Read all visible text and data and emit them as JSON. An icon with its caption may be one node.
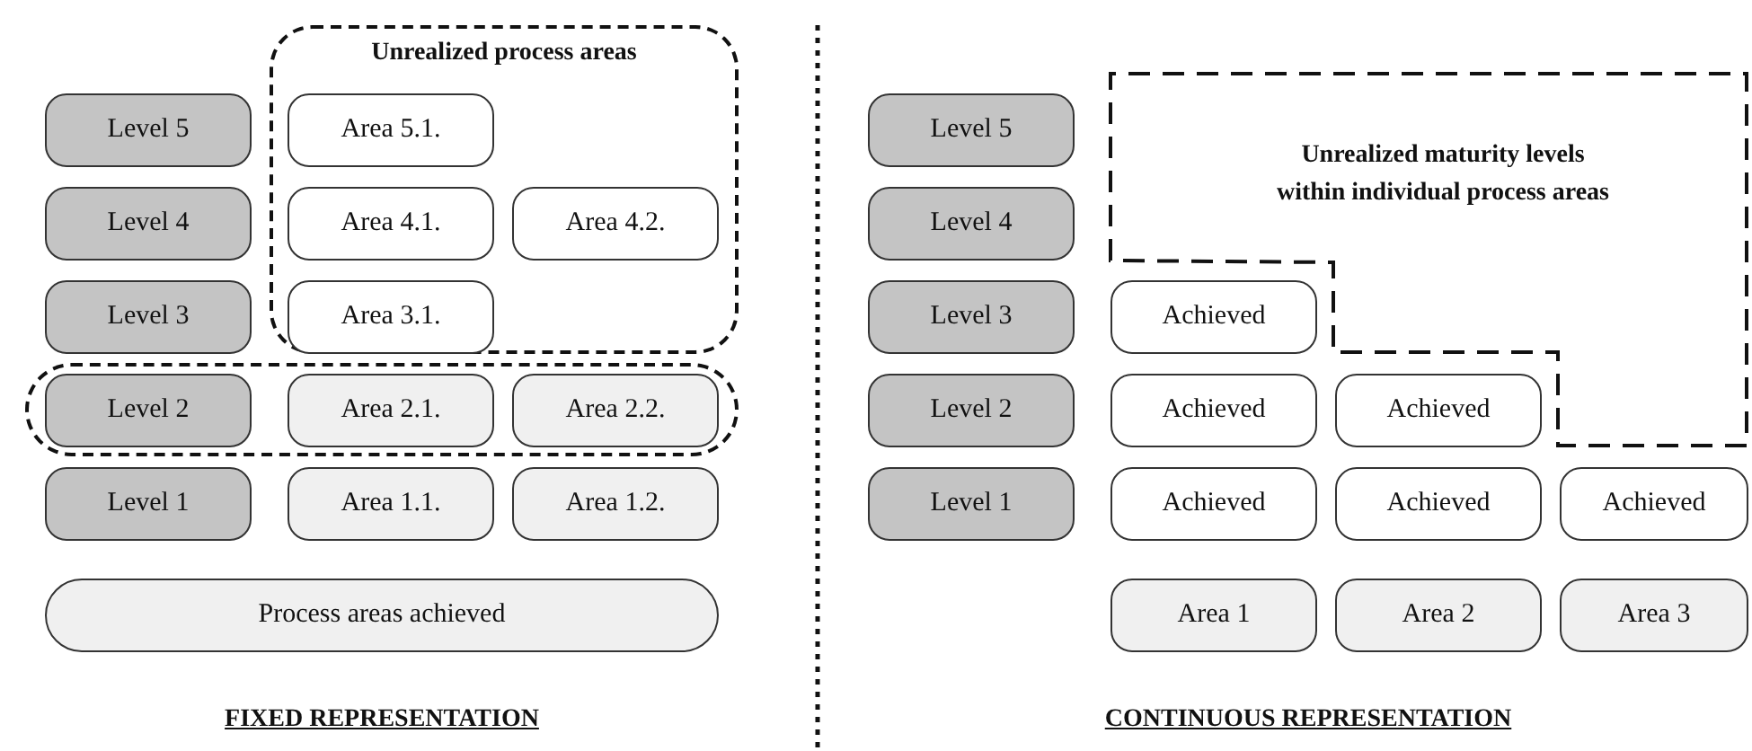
{
  "diagram": {
    "nodes": [
      {
        "text": [
          "Unrealized process areas"
        ]
      },
      {
        "text": [
          "Level 5"
        ]
      },
      {
        "text": [
          "Area 5.1."
        ],
        "in": 0
      },
      {
        "text": [
          "Level 4"
        ]
      },
      {
        "text": [
          "Area 4.1."
        ],
        "in": 0
      },
      {
        "text": [
          "Area 4.2."
        ],
        "in": 0
      },
      {
        "text": [
          "Level 3"
        ]
      },
      {
        "text": [
          "Area 3.1."
        ],
        "in": 0
      },
      {
        "text": [],
        "shape": "box"
      },
      {
        "text": [
          "Level 2"
        ],
        "in": 8
      },
      {
        "text": [
          "Area 2.1."
        ],
        "in": 8
      },
      {
        "text": [
          "Area 2.2."
        ],
        "in": 8
      },
      {
        "text": [
          "Level 1"
        ]
      },
      {
        "text": [
          "Area 1.1."
        ]
      },
      {
        "text": [
          "Area 1.2."
        ]
      },
      {
        "text": [
          "Process areas achieved"
        ]
      },
      {
        "text": [
          "Unrealized maturity levels within individual process areas"
        ]
      },
      {
        "text": [
          "Level 5"
        ]
      },
      {
        "text": [
          "Level 4"
        ]
      },
      {
        "text": [
          "Level 3"
        ]
      },
      {
        "text": [
          "Achieved"
        ]
      },
      {
        "text": [
          "Level 2"
        ]
      },
      {
        "text": [
          "Achieved"
        ]
      },
      {
        "text": [
          "Achieved"
        ]
      },
      {
        "text": [
          "Level 1"
        ]
      },
      {
        "text": [
          "Achieved"
        ]
      },
      {
        "text": [
          "Achieved"
        ]
      },
      {
        "text": [
          "Achieved"
        ]
      },
      {
        "text": [
          "Area 1"
        ]
      },
      {
        "text": [
          "Area 2"
        ]
      },
      {
        "text": [
          "Area 3"
        ]
      }
    ],
    "labels": [
      "FIXED REPRESENTATION",
      "CONTINUOUS REPRESENTATION"
    ]
  }
}
